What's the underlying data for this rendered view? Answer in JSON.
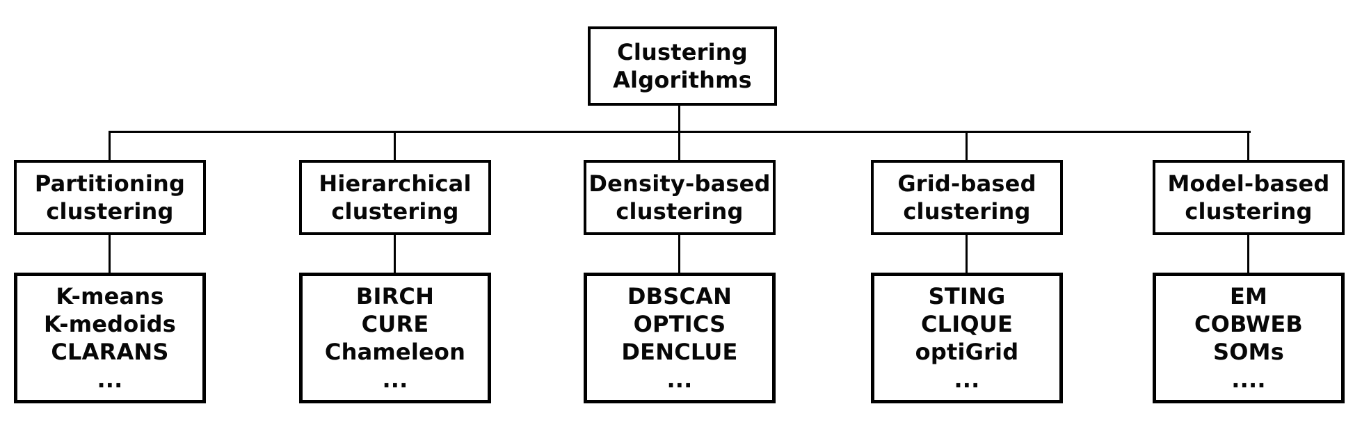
{
  "diagram": {
    "root": {
      "line1": "Clustering",
      "line2": "Algorithms"
    },
    "branches": [
      {
        "category_line1": "Partitioning",
        "category_line2": "clustering",
        "algorithms": [
          "K-means",
          "K-medoids",
          "CLARANS",
          "..."
        ]
      },
      {
        "category_line1": "Hierarchical",
        "category_line2": "clustering",
        "algorithms": [
          "BIRCH",
          "CURE",
          "Chameleon",
          "..."
        ]
      },
      {
        "category_line1": "Density-based",
        "category_line2": "clustering",
        "algorithms": [
          "DBSCAN",
          "OPTICS",
          "DENCLUE",
          "..."
        ]
      },
      {
        "category_line1": "Grid-based",
        "category_line2": "clustering",
        "algorithms": [
          "STING",
          "CLIQUE",
          "optiGrid",
          "..."
        ]
      },
      {
        "category_line1": "Model-based",
        "category_line2": "clustering",
        "algorithms": [
          "EM",
          "COBWEB",
          "SOMs",
          "...."
        ]
      }
    ],
    "colors": {
      "background": "#ffffff",
      "box_border": "#000000",
      "line": "#000000",
      "text": "#070707"
    }
  }
}
